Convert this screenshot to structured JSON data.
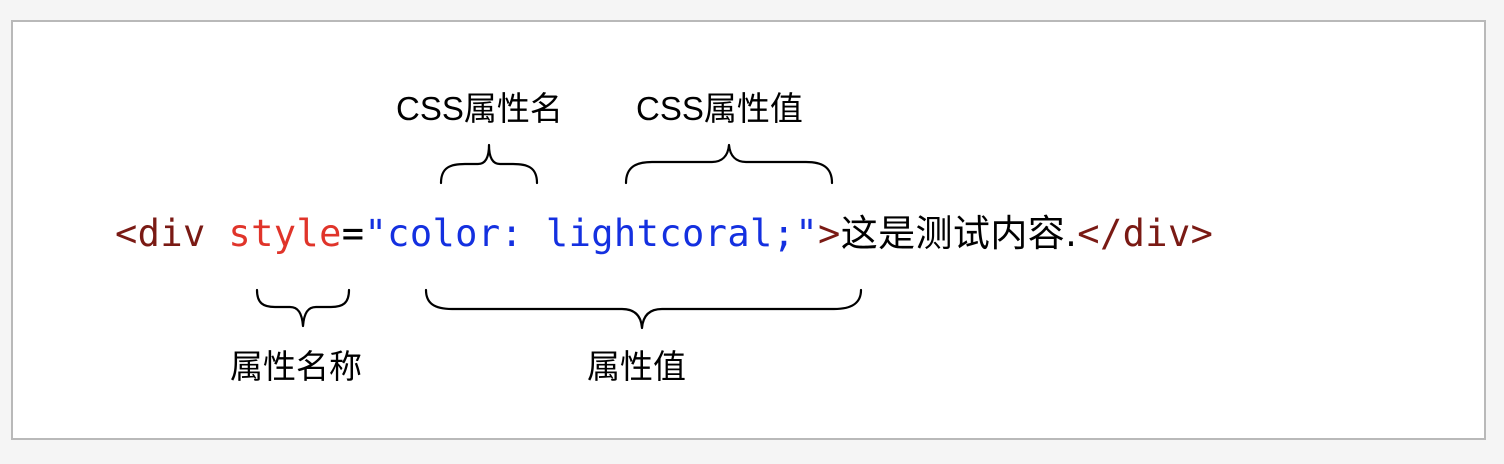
{
  "labels": {
    "css_property_name": "CSS属性名",
    "css_property_value": "CSS属性值",
    "attribute_name": "属性名称",
    "attribute_value": "属性值"
  },
  "code": {
    "open_tag": "<div ",
    "attr_name": "style",
    "equals": "=",
    "quote_open": "\"",
    "css_property": "color:",
    "space": " ",
    "css_value": "lightcoral;",
    "quote_close": "\"",
    "tag_close": ">",
    "content": "这是测试内容.",
    "close_tag": "</div>"
  },
  "colors": {
    "tag": "#7a1a14",
    "attr_name": "#e0342a",
    "attr_value": "#1430e0",
    "text": "#000000",
    "brace": "#000000",
    "frame_border": "#b9b9b9"
  }
}
